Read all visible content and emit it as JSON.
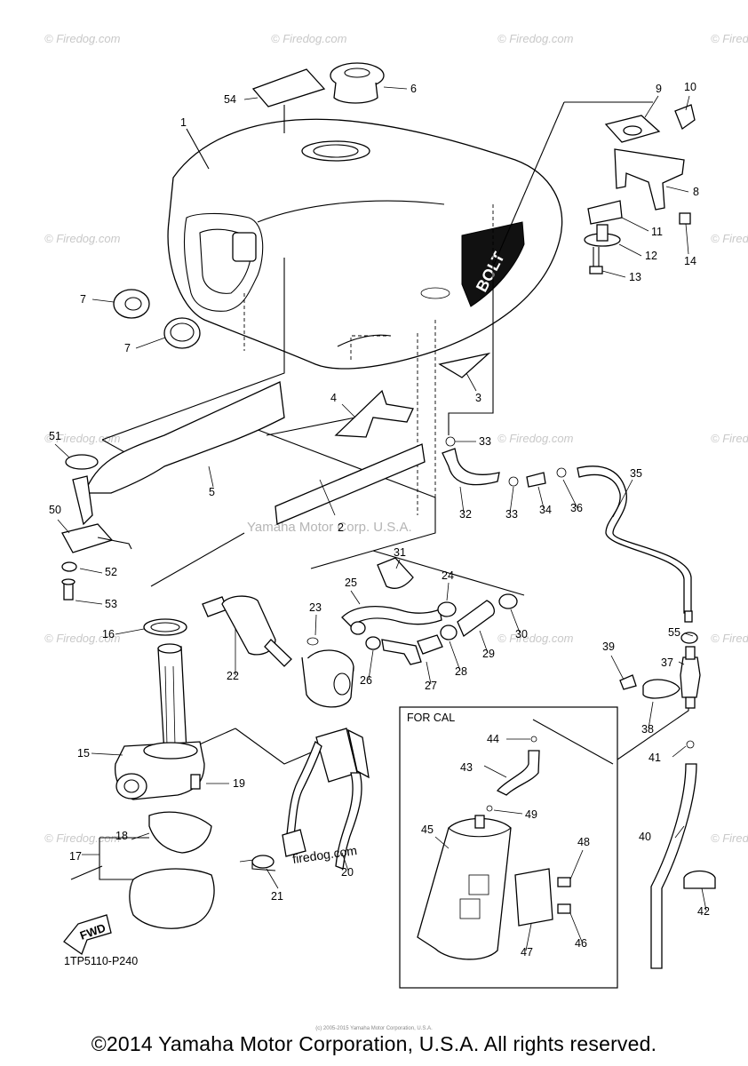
{
  "part_code": "1TP5110-P240",
  "box_title": "FOR CAL",
  "watermark": "© Firedog.com",
  "center_watermark": "Yamaha Motor Corp. U.S.A.",
  "firedog_text": "firedog.com",
  "bolt_badge": "BOLT",
  "fwd_label": "FWD",
  "footer": "©2014 Yamaha Motor Corporation, U.S.A. All rights reserved.",
  "footer_small": "(c) 2005-2015 Yamaha Motor Corporation, U.S.A.",
  "callouts": [
    "1",
    "2",
    "3",
    "4",
    "5",
    "6",
    "7",
    "7",
    "8",
    "9",
    "10",
    "11",
    "12",
    "13",
    "14",
    "15",
    "16",
    "17",
    "18",
    "19",
    "20",
    "21",
    "22",
    "23",
    "24",
    "25",
    "26",
    "27",
    "28",
    "29",
    "30",
    "31",
    "32",
    "33",
    "33",
    "34",
    "35",
    "36",
    "37",
    "38",
    "39",
    "40",
    "41",
    "42",
    "43",
    "44",
    "45",
    "46",
    "47",
    "48",
    "49",
    "50",
    "51",
    "52",
    "53",
    "54",
    "55"
  ]
}
